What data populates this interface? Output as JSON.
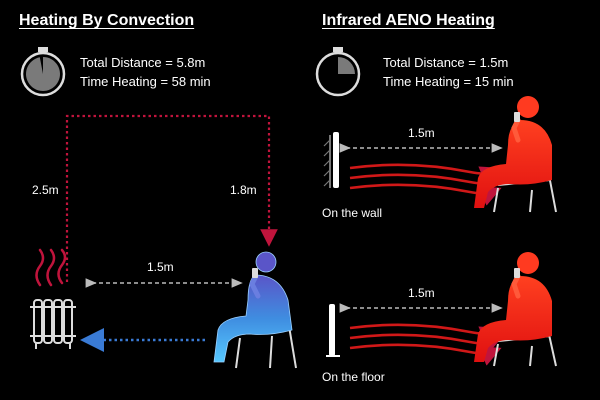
{
  "convection": {
    "title": "Heating By Convection",
    "total_distance": "Total Distance = 5.8m",
    "time_heating": "Time Heating = 58 min",
    "vertical_left": "2.5m",
    "vertical_right": "1.8m",
    "horizontal": "1.5m",
    "timer_fill": 0.97
  },
  "infrared": {
    "title": "Infrared AENO Heating",
    "total_distance": "Total Distance = 1.5m",
    "time_heating": "Time Heating = 15 min",
    "timer_fill": 0.25,
    "wall": {
      "distance": "1.5m",
      "caption": "On the wall"
    },
    "floor": {
      "distance": "1.5m",
      "caption": "On the floor"
    }
  },
  "colors": {
    "convection_path": "#c0143c",
    "cold_path": "#3a7bd5",
    "infrared_waves": "#d01818",
    "warm_person": "#ff2a1a",
    "cold_person": "#4aa8ff",
    "timer_fill": "#7a7a7a"
  }
}
